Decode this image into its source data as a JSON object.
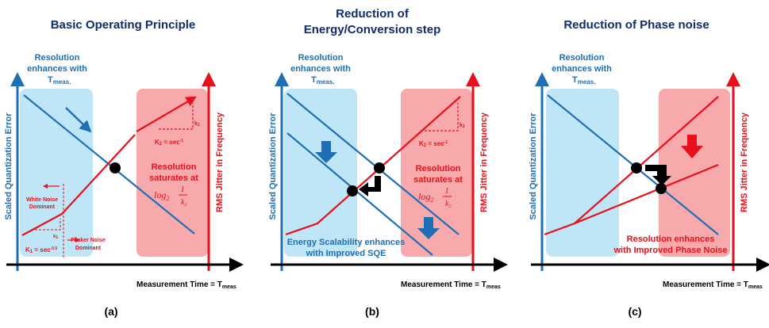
{
  "colors": {
    "blue": "#1f6fb5",
    "red": "#e8101a",
    "title": "#0f2d6b",
    "blue_box": "#bfe6f6",
    "red_box": "#f7a9ab",
    "black": "#000000"
  },
  "panel_a": {
    "title": "Basic Operating Principle",
    "res_enh_line1": "Resolution",
    "res_enh_line2": "enhances with",
    "res_enh_line3": "T",
    "res_enh_sub": "meas.",
    "y_left": "Scaled Quantization Error",
    "y_right": "RMS Jitter in Frequency",
    "x_label_main": "Measurement Time = T",
    "x_label_sub": "meas",
    "sat_line1": "Resolution",
    "sat_line2": "saturates at",
    "log_text": "log",
    "log_sub": "2",
    "frac_num": "1",
    "frac_den": "k",
    "frac_den_sub": "2",
    "k2_label": "k",
    "k2_label_sub": "2",
    "k2_eq": "K",
    "k2_eq_sub": "2",
    "k2_eq_rest": " = sec",
    "k2_eq_sup": "-1",
    "white_noise_1": "White Noise",
    "white_noise_2": "Dominant",
    "flicker_1": "Flicker Noise",
    "flicker_2": "Dominant",
    "k1_label": "k",
    "k1_label_sub": "1",
    "k1_eq": "K",
    "k1_eq_sub": "1",
    "k1_eq_rest": " = sec",
    "k1_eq_sup": "-0.5",
    "caption": "(a)"
  },
  "panel_b": {
    "title_1": "Reduction of",
    "title_2": "Energy/Conversion step",
    "res_enh_line1": "Resolution",
    "res_enh_line2": "enhances with",
    "res_enh_line3": "T",
    "res_enh_sub": "meas.",
    "y_left": "Scaled Quantization Error",
    "y_right": "RMS Jitter in Frequency",
    "x_label_main": "Measurement Time = T",
    "x_label_sub": "meas",
    "sat_line1": "Resolution",
    "sat_line2": "saturates at",
    "log_text": "log",
    "log_sub": "2",
    "frac_num": "1",
    "frac_den": "k",
    "frac_den_sub": "2",
    "k2_label": "k",
    "k2_label_sub": "2",
    "k2_eq": "K",
    "k2_eq_sub": "2",
    "k2_eq_rest": " = sec",
    "k2_eq_sup": "-1",
    "note_1": "Energy Scalability enhances",
    "note_2": "with Improved SQE",
    "caption": "(b)"
  },
  "panel_c": {
    "title": "Reduction of Phase noise",
    "res_enh_line1": "Resolution",
    "res_enh_line2": "enhances with",
    "res_enh_line3": "T",
    "res_enh_sub": "meas.",
    "y_left": "Scaled Quantization Error",
    "y_right": "RMS Jitter in Frequency",
    "x_label_main": "Measurement Time = T",
    "x_label_sub": "meas",
    "note_1": "Resolution enhances",
    "note_2": "with Improved Phase Noise",
    "caption": "(c)"
  }
}
